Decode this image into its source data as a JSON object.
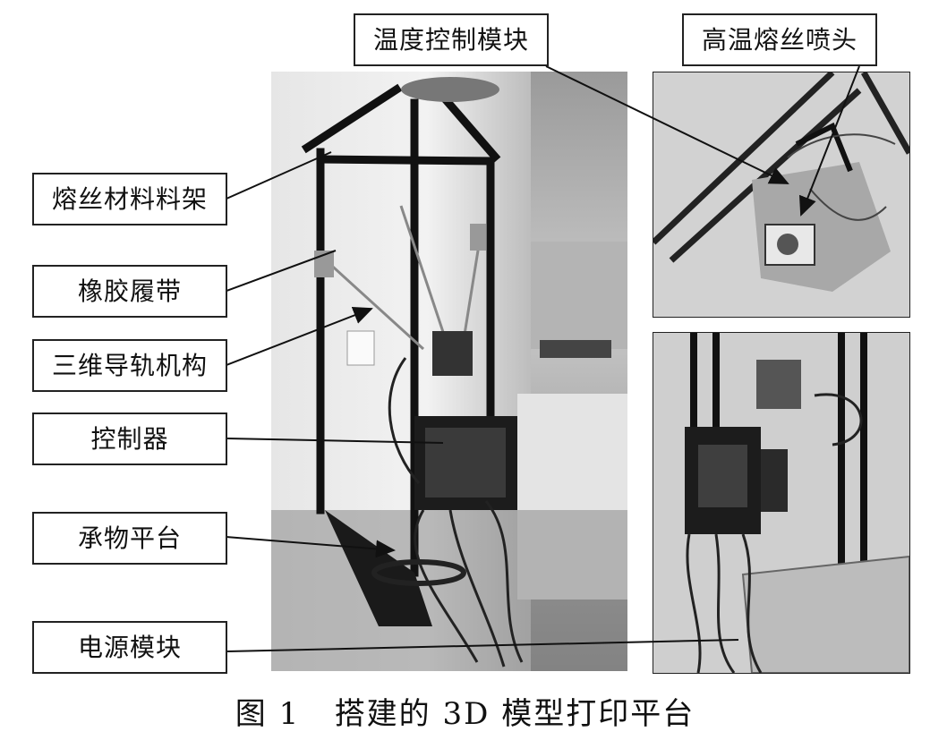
{
  "labels": {
    "temperature_module": "温度控制模块",
    "hot_nozzle": "高温熔丝喷头",
    "filament_rack": "熔丝材料料架",
    "rubber_belt": "橡胶履带",
    "linear_rail": "三维导轨机构",
    "controller": "控制器",
    "platform": "承物平台",
    "power_module": "电源模块"
  },
  "caption": {
    "number": "图 1",
    "text": "搭建的 3D 模型打印平台"
  }
}
